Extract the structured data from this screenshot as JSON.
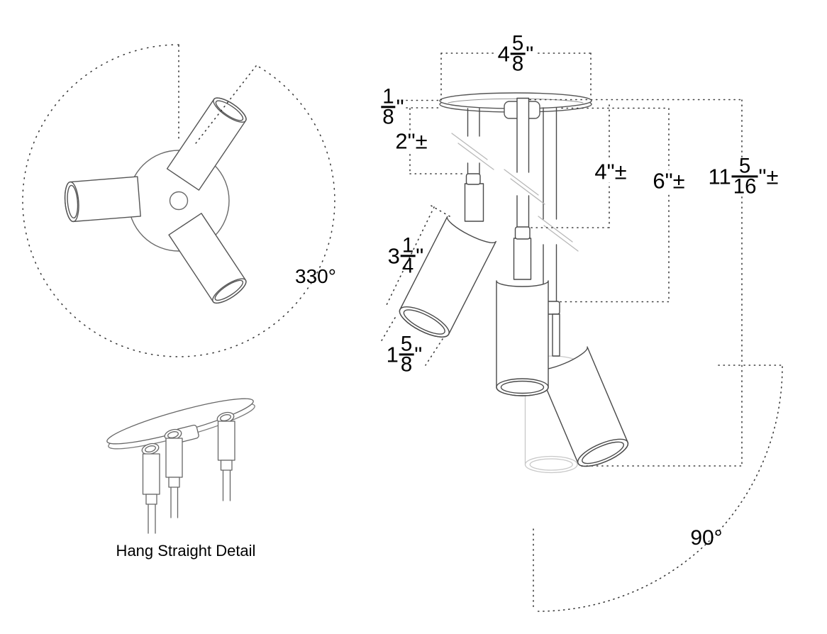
{
  "drawing": {
    "caption": "Hang Straight Detail",
    "rotation_angle": "330°",
    "tilt_angle": "90°"
  },
  "dimensions": {
    "canopy_width": {
      "whole": "4",
      "num": "5",
      "den": "8",
      "suffix": "\""
    },
    "canopy_thickness": {
      "whole": "",
      "num": "1",
      "den": "8",
      "suffix": "\""
    },
    "stem_short_drop": {
      "text": "2\"±"
    },
    "stem_mid_drop": {
      "text": "4\"±"
    },
    "stem_long_drop": {
      "text": "6\"±"
    },
    "overall_drop": {
      "whole": "11",
      "num": "5",
      "den": "16",
      "suffix": "\"±"
    },
    "head_length": {
      "whole": "3",
      "num": "1",
      "den": "4",
      "suffix": "\""
    },
    "head_diameter": {
      "whole": "1",
      "num": "5",
      "den": "8",
      "suffix": "\""
    }
  },
  "colors": {
    "line": "#4a4a4a",
    "light_line": "#b8b8b8",
    "ghost": "#c8c8c8",
    "dotted": "#3d3d3d",
    "text": "#000000",
    "background": "#ffffff"
  }
}
